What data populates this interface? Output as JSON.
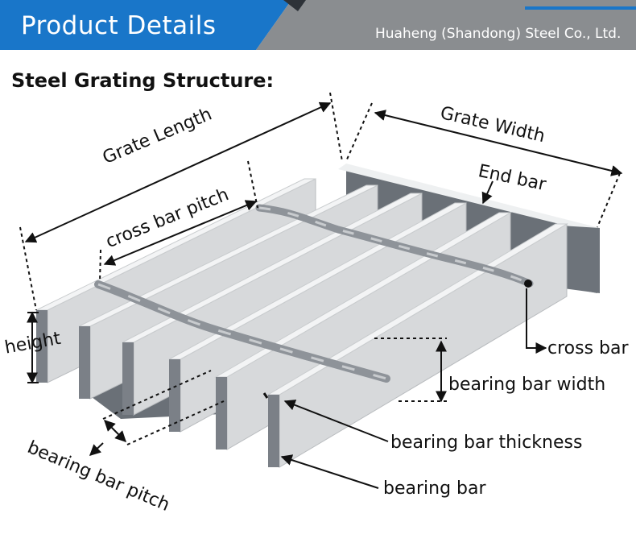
{
  "banner": {
    "title": "Product Details",
    "company": "Huaheng (Shandong) Steel Co., Ltd.",
    "colors": {
      "blue": "#1976c9",
      "gray": "#8a8d90",
      "dark": "#444a50"
    }
  },
  "section_title": "Steel Grating Structure:",
  "labels": {
    "grate_length": "Grate Length",
    "grate_width": "Grate Width",
    "cross_bar_pitch": "cross bar pitch",
    "end_bar": "End bar",
    "height": "height",
    "cross_bar": "cross bar",
    "bearing_bar_width": "bearing bar width",
    "bearing_bar_thickness": "bearing bar thickness",
    "bearing_bar": "bearing bar",
    "bearing_bar_pitch": "bearing bar pitch"
  },
  "colors": {
    "bar_top": "#f3f4f5",
    "bar_side": "#d7d9db",
    "bar_front": "#7b8087",
    "gap_dark": "#5d636a",
    "twist": "#8e9399"
  }
}
